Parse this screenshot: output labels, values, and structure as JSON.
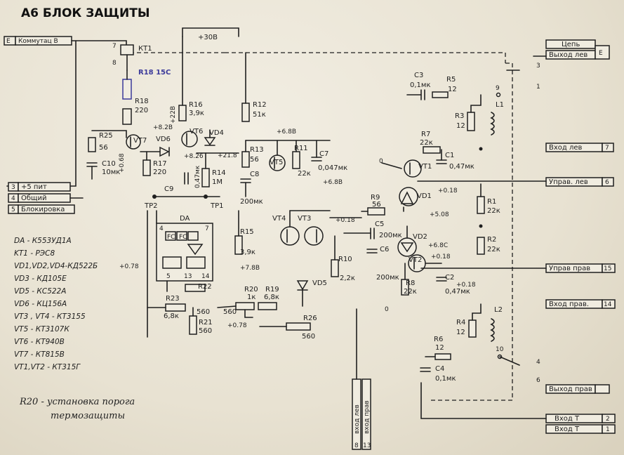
{
  "title": "А6 БЛОК ЗАЩИТЫ",
  "connectors_left": [
    {
      "pin": "3",
      "label": "+5 пит"
    },
    {
      "pin": "4",
      "label": "Общий"
    },
    {
      "pin": "5",
      "label": "Блокировка"
    }
  ],
  "connector_top_left": {
    "pin": "Е",
    "label": "Коммутац В"
  },
  "connectors_right": [
    {
      "pin": "",
      "label": "Цепь"
    },
    {
      "pin": "Е",
      "label": "Выход лев"
    },
    {
      "pin": "7",
      "label": "Вход лев"
    },
    {
      "pin": "6",
      "label": "Управ. лев"
    },
    {
      "pin": "15",
      "label": "Управ прав"
    },
    {
      "pin": "14",
      "label": "Вход прав."
    },
    {
      "pin": "",
      "label": "Выход прав"
    },
    {
      "pin": "2",
      "label": "Вход Т"
    },
    {
      "pin": "1",
      "label": "Вход Т"
    }
  ],
  "connectors_bottom": [
    {
      "pin": "8",
      "label": "вход лев"
    },
    {
      "pin": "13",
      "label": "вход прав"
    }
  ],
  "supply_labels": {
    "v30": "+30В",
    "v22": "+22В",
    "v82": "+8.2В",
    "v68a": "+6.8В",
    "v68b": "+6.8В",
    "v68c": "+6.8С",
    "v018a": "+0.18",
    "v018b": "+0.18",
    "v018c": "+0.18",
    "v018d": "+0.18",
    "v508": "+5.08",
    "v078": "+0.78",
    "v078b": "+0.78",
    "v78": "+7.8В",
    "v068": "+0.68",
    "v826": "+8.26",
    "v218": "+21.8"
  },
  "components": {
    "kt1": "КТ1",
    "r18": "R18",
    "r18v": "220",
    "r25": "R25",
    "r25v": "56",
    "vt7": "VT7",
    "vd6": "VD6",
    "vt6": "VT6",
    "vd4": "VD4",
    "c10": "C10",
    "c10v": "10мк",
    "r17": "R17",
    "r17v": "220",
    "r16": "R16",
    "r16v": "3,9к",
    "r12": "R12",
    "r12v": "51к",
    "r13": "R13",
    "r13v": "56",
    "c8": "C8",
    "c8v": "200мк",
    "vt5": "VT5",
    "r11": "R11",
    "r11v": "22к",
    "c7": "C7",
    "c7v": "0,047мк",
    "r14": "R14",
    "r14v": "1М",
    "c9": "C9",
    "c9v": "0,47мк",
    "tp2": "TP2",
    "tp1": "TP1",
    "da": "DA",
    "r15": "R15",
    "r15v": "3,9к",
    "vt4": "VT4",
    "vt3": "VT3",
    "r10": "R10",
    "r10v": "2,2к",
    "r22": "R22",
    "r23": "R23",
    "r23v": "6,8к",
    "r22v": "560",
    "r21": "R21",
    "r21v": "560",
    "r21b": "560",
    "r20": "R20",
    "r20v": "1к",
    "r19": "R19",
    "r19v": "6,8к",
    "vd5": "VD5",
    "r26": "R26",
    "r26v": "560",
    "c3": "C3",
    "c3v": "0,1мк",
    "r5": "R5",
    "r5v": "12",
    "r3": "R3",
    "r3v": "12",
    "l1": "L1",
    "r7": "R7",
    "r7v": "22к",
    "c1": "C1",
    "c1v": "0,47мк",
    "vt1": "VT1",
    "vd1": "VD1",
    "r9": "R9",
    "r9v": "56",
    "c5": "C5",
    "c5v": "200мк",
    "c6": "C6",
    "c6v": "200мк",
    "vd2": "VD2",
    "vt2": "VT2",
    "r8": "R8",
    "r8v": "22к",
    "c2": "C2",
    "c2v": "0,47мк",
    "r1": "R1",
    "r1v": "22к",
    "r2": "R2",
    "r2v": "22к",
    "r4": "R4",
    "r4v": "12",
    "l2": "L2",
    "r6": "R6",
    "r6v": "12",
    "c4": "C4",
    "c4v": "0,1мк"
  },
  "handwritten_note": "R18 15С",
  "parts_list": [
    "DA  - К553УД1А",
    "KT1 - РЭС8",
    "VD1,VD2,VD4-КД522Б",
    "VD3 - КД105Е",
    "VD5 - КС522А",
    "VD6 - КЦ156А",
    "VT3 , VT4 - КТ3155",
    "VT5 - КТ3107К",
    "VT6 - КТ940В",
    "VT7 - КТ815В",
    "VT1,VT2 - КТ315Г"
  ],
  "bottom_note": [
    "R20 - установка порога",
    "термозащиты"
  ],
  "colors": {
    "ink": "#1f1f1f",
    "paper": "#ece7d9",
    "pen": "#3b3a9a"
  }
}
